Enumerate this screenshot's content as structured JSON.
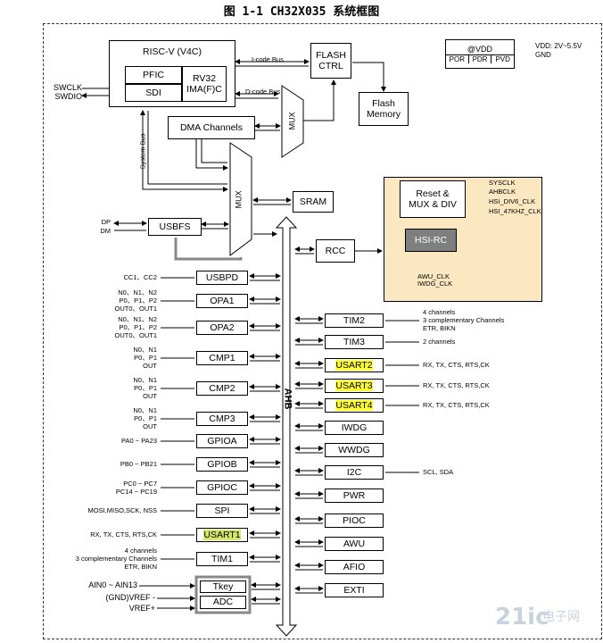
{
  "title": "图 1-1 CH32X035 系统框图",
  "core": {
    "title": "RISC-V (V4C)",
    "pfic": "PFIC",
    "sdi": "SDI",
    "rv32": "RV32\nIMA(F)C"
  },
  "debug": {
    "swclk": "SWCLK",
    "swdio": "SWDIO"
  },
  "buses": {
    "icode": "I-code Bus",
    "dcode": "D-code Bus",
    "system": "System Bus",
    "ahb": "AHB"
  },
  "flash_ctrl": "FLASH\nCTRL",
  "flash_mem": "Flash\nMemory",
  "power": {
    "vdd_box": "@VDD",
    "por": "POR",
    "pdr": "PDR",
    "pvd": "PVD",
    "vdd_range": "VDD: 2V~5.5V",
    "gnd": "GND"
  },
  "dma": "DMA  Channels",
  "mux_top": "MUX",
  "mux_main": "MUX",
  "sram": "SRAM",
  "usbfs": {
    "label": "USBFS",
    "dp": "DP",
    "dm": "DM"
  },
  "rcc": "RCC",
  "clock": {
    "reset": "Reset &\nMUX & DIV",
    "hsi": "HSI-RC",
    "outputs": [
      "SYSCLK",
      "AHBCLK",
      "HSI_DIV6_CLK",
      "HSI_47KHZ_CLK"
    ],
    "awu": "AWU_CLK",
    "iwdg": "IWDG_CLK"
  },
  "left_periph": [
    {
      "label": "USBPD",
      "pins": "CC1、CC2"
    },
    {
      "label": "OPA1",
      "pins": "N0、N1、N2\nP0、P1、P2\nOUT0、OUT1"
    },
    {
      "label": "OPA2",
      "pins": "N0、N1、N2\nP0、P1、P2\nOUT0、OUT1"
    },
    {
      "label": "CMP1",
      "pins": "N0、N1\nP0、P1\nOUT"
    },
    {
      "label": "CMP2",
      "pins": "N0、N1\nP0、P1\nOUT"
    },
    {
      "label": "CMP3",
      "pins": "N0、N1\nP0、P1\nOUT"
    },
    {
      "label": "GPIOA",
      "pins": "PA0 ~ PA23"
    },
    {
      "label": "GPIOB",
      "pins": "PB0 ~ PB21"
    },
    {
      "label": "GPIOC",
      "pins": "PC0 ~ PC7\nPC14 ~ PC19"
    },
    {
      "label": "SPI",
      "pins": "MOSI,MISO,SCK, NSS"
    },
    {
      "label": "USART1",
      "pins": "RX, TX, CTS, RTS,CK"
    },
    {
      "label": "TIM1",
      "pins": "4 channels\n3 complementary Channels\nETR, BIKN"
    }
  ],
  "tkey": "Tkey",
  "adc": "ADC",
  "adc_pins": {
    "ain": "AIN0 ~ AIN13",
    "vrefm": "(GND)VREF -",
    "vrefp": "VREF+"
  },
  "right_periph": [
    {
      "label": "TIM2",
      "pins": "4 channels\n3 complementary Channels\nETR, BIKN"
    },
    {
      "label": "TIM3",
      "pins": "2 channels"
    },
    {
      "label": "USART2",
      "pins": "RX, TX, CTS, RTS,CK"
    },
    {
      "label": "USART3",
      "pins": "RX, TX, CTS, RTS,CK"
    },
    {
      "label": "USART4",
      "pins": "RX, TX, CTS, RTS,CK"
    },
    {
      "label": "IWDG",
      "pins": ""
    },
    {
      "label": "WWDG",
      "pins": ""
    },
    {
      "label": "I2C",
      "pins": "SCL, SDA"
    },
    {
      "label": "PWR",
      "pins": ""
    },
    {
      "label": "PIOC",
      "pins": ""
    },
    {
      "label": "AWU",
      "pins": ""
    },
    {
      "label": "AFIO",
      "pins": ""
    },
    {
      "label": "EXTI",
      "pins": ""
    }
  ],
  "watermark": {
    "logo": "21ic",
    "cn": "电子网"
  }
}
